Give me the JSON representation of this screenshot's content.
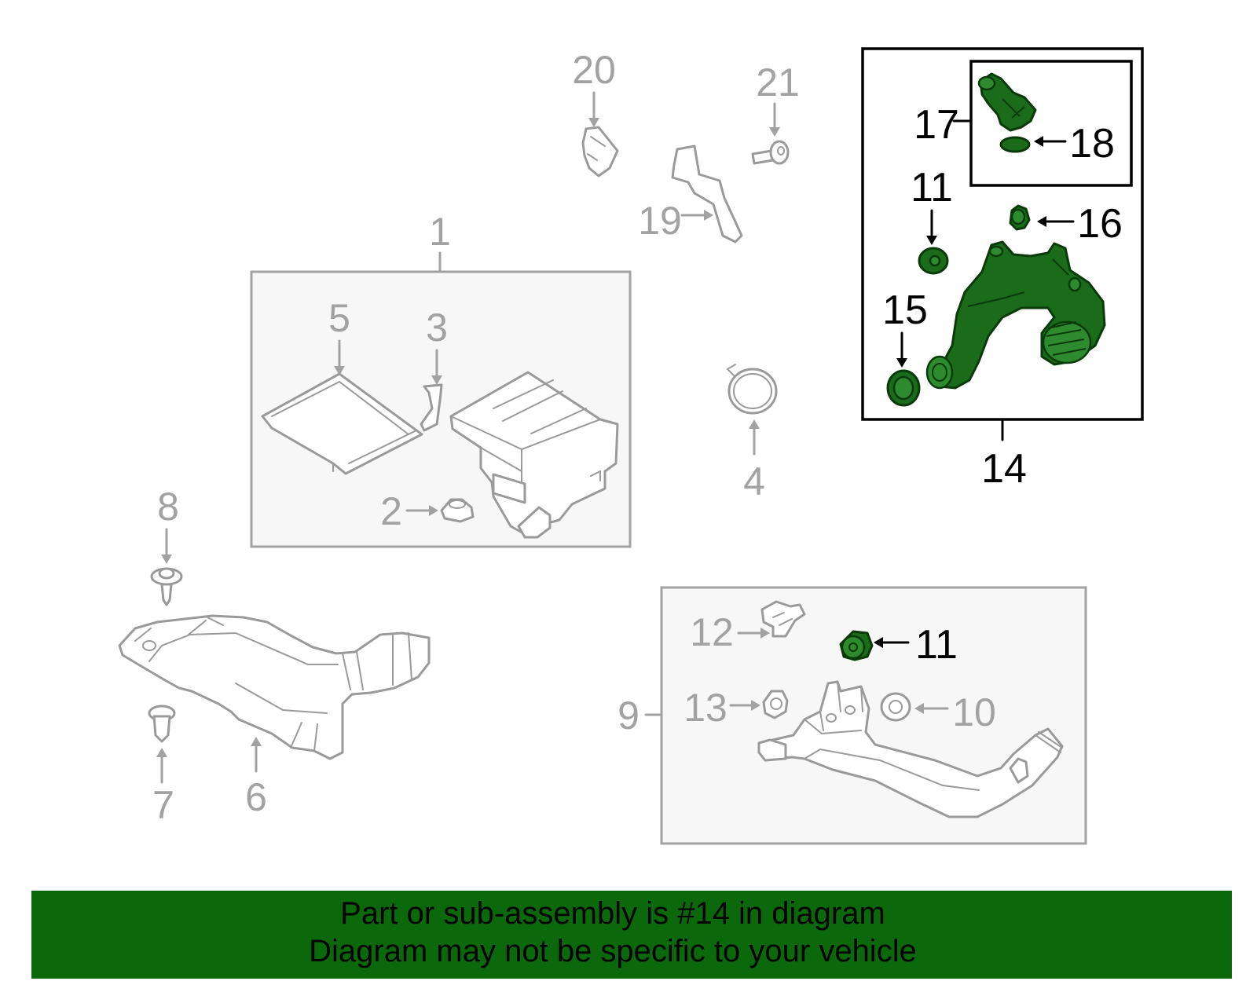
{
  "diagram": {
    "callouts": {
      "c1": "1",
      "c2": "2",
      "c3": "3",
      "c4": "4",
      "c5": "5",
      "c6": "6",
      "c7": "7",
      "c8": "8",
      "c9": "9",
      "c10": "10",
      "c11_sub": "11",
      "c11_main": "11",
      "c12": "12",
      "c13": "13",
      "c14": "14",
      "c15": "15",
      "c16": "16",
      "c17": "17",
      "c18": "18",
      "c19": "19",
      "c20": "20",
      "c21": "21"
    },
    "highlight_color": "#1a6b1a",
    "outline_color": "#a2a2a2"
  },
  "footer": {
    "line1": "Part or sub-assembly is #14 in diagram",
    "line2": "Diagram may not be specific to your vehicle",
    "background_color": "#0b690b"
  }
}
